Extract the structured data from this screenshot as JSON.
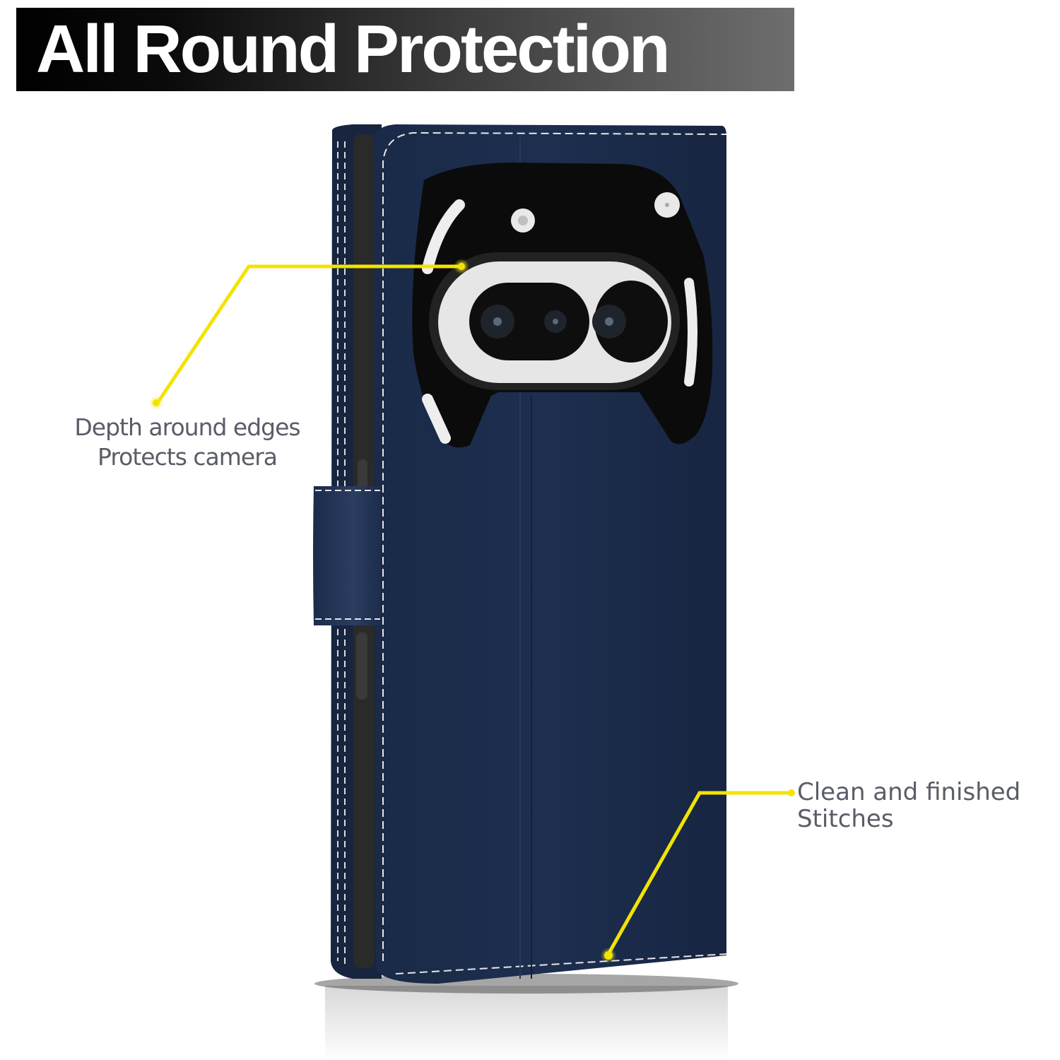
{
  "banner": {
    "title": "All Round Protection"
  },
  "callouts": [
    {
      "line1": "Depth around edges",
      "line2": "Protects camera",
      "target": "camera-bump"
    },
    {
      "line1": "Clean and finished",
      "line2": "Stitches",
      "target": "bottom-stitching"
    }
  ],
  "colors": {
    "case": "#1b2b4a",
    "case_edge": "#14213a",
    "stitch": "#e8e8e8",
    "camera_plate": "#0b0b0b",
    "camera_ring": "#e6e6e6",
    "callout_line": "#f2e400",
    "callout_text": "#5a5c68"
  }
}
